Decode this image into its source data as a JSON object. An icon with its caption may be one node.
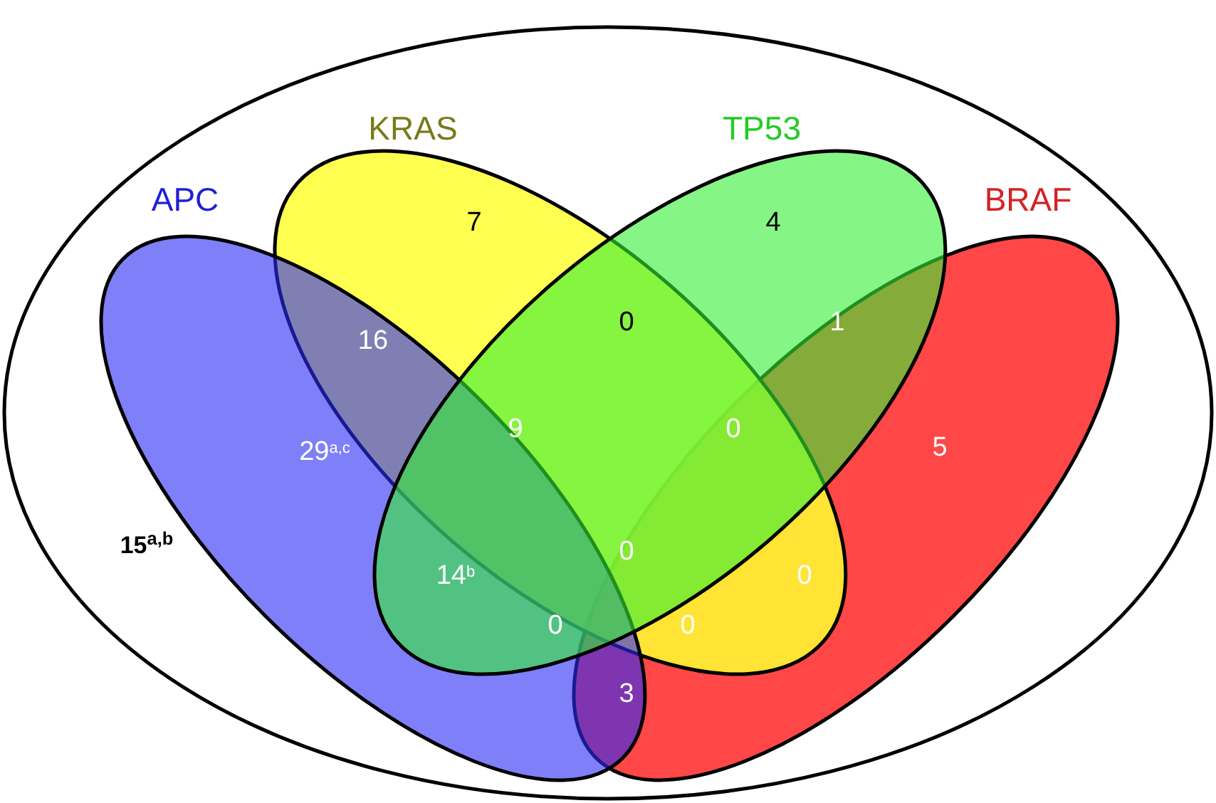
{
  "diagram": {
    "nodes": [
      {
        "text": [
          "15$^{a,b}$"
        ]
      },
      {
        "text": [
          "APC"
        ],
        "in": 0
      },
      {
        "text": [
          "KRAS"
        ],
        "in": 0
      },
      {
        "text": [
          "TP53"
        ],
        "in": 0
      },
      {
        "text": [
          "BRAF"
        ],
        "in": 0
      }
    ],
    "edges": [],
    "labels": [
      "7",
      "4",
      "16",
      "0",
      "1",
      "29$^{a,c}$",
      "9",
      "0",
      "5",
      "14$^{b}$",
      "0",
      "0",
      "0",
      "0",
      "3"
    ]
  }
}
